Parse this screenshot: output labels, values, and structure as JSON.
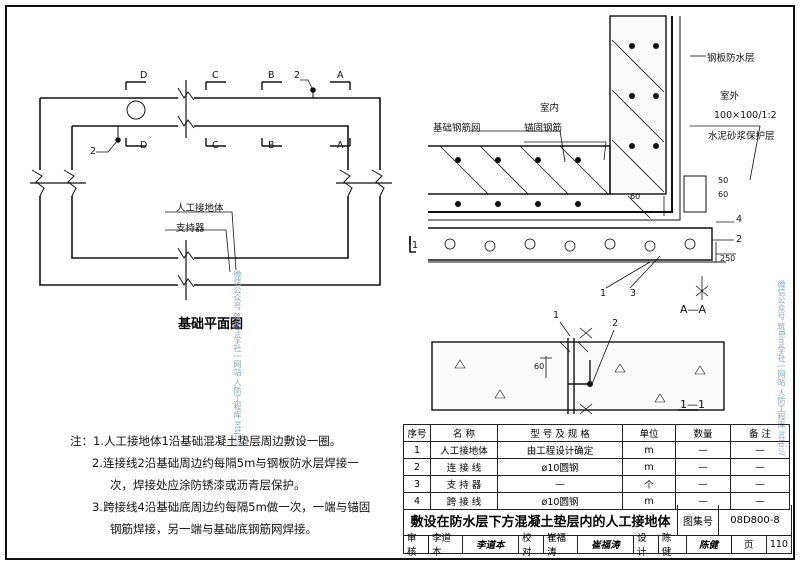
{
  "plan": {
    "caption": "基础平面图",
    "label_ground": "人工接地体",
    "label_support": "支持器",
    "section_marks": [
      "D",
      "C",
      "B",
      "A",
      "D",
      "C",
      "B",
      "A"
    ],
    "num_2": "2"
  },
  "section_aa": {
    "label_rebar_net": "基础钢筋网",
    "label_indoor": "室内",
    "label_anchor": "锚固钢筋",
    "label_outdoor": "室外",
    "label_steel_wp": "钢板防水层",
    "label_mortar_spec": "100×100/1:2",
    "label_mortar": "水泥砂浆保护层",
    "dim_60": "60",
    "dim_50": "50",
    "dim_250": "250",
    "nums": [
      "1",
      "2",
      "3",
      "4",
      "1"
    ],
    "caption": "A—A"
  },
  "section_11": {
    "caption": "1—1",
    "dim_60": "60",
    "nums": [
      "1",
      "2"
    ]
  },
  "notes": {
    "l1": "注：1.人工接地体1沿基础混凝土垫层周边敷设一圈。",
    "l2": "2.连接线2沿基础周边约每隔5m与钢板防水层焊接一",
    "l3": "次，焊接处应涂防锈漆或沥青层保护。",
    "l4": "3.跨接线4沿基础底周边约每隔5m做一次，一端与锚固",
    "l5": "钢筋焊接，另一端与基础底钢筋网焊接。"
  },
  "table": {
    "headers": [
      "序号",
      "名 称",
      "型 号 及 规 格",
      "单位",
      "数量",
      "备 注"
    ],
    "rows": [
      [
        "1",
        "人工接地体",
        "由工程设计确定",
        "m",
        "—",
        "—"
      ],
      [
        "2",
        "连 接 线",
        "ø10圆钢",
        "m",
        "—",
        "—"
      ],
      [
        "3",
        "支 持 器",
        "—",
        "个",
        "—",
        "—"
      ],
      [
        "4",
        "跨 接 线",
        "ø10圆钢",
        "m",
        "—",
        "—"
      ]
    ]
  },
  "title_block": {
    "title": "敷设在防水层下方混凝土垫层内的人工接地体",
    "atlas_label": "图集号",
    "atlas_no": "08D800-8",
    "review_label": "审核",
    "reviewer": "李道本",
    "reviewer_sig": "李道本",
    "check_label": "校对",
    "checker": "崔福涛",
    "checker_sig": "崔福涛",
    "design_label": "设计",
    "designer": "陈 健",
    "designer_sig": "陈健",
    "page_label": "页",
    "page_no": "110"
  },
  "watermark": "微信公众号 筑Bim学社 | 网站 人防工程库 http://"
}
